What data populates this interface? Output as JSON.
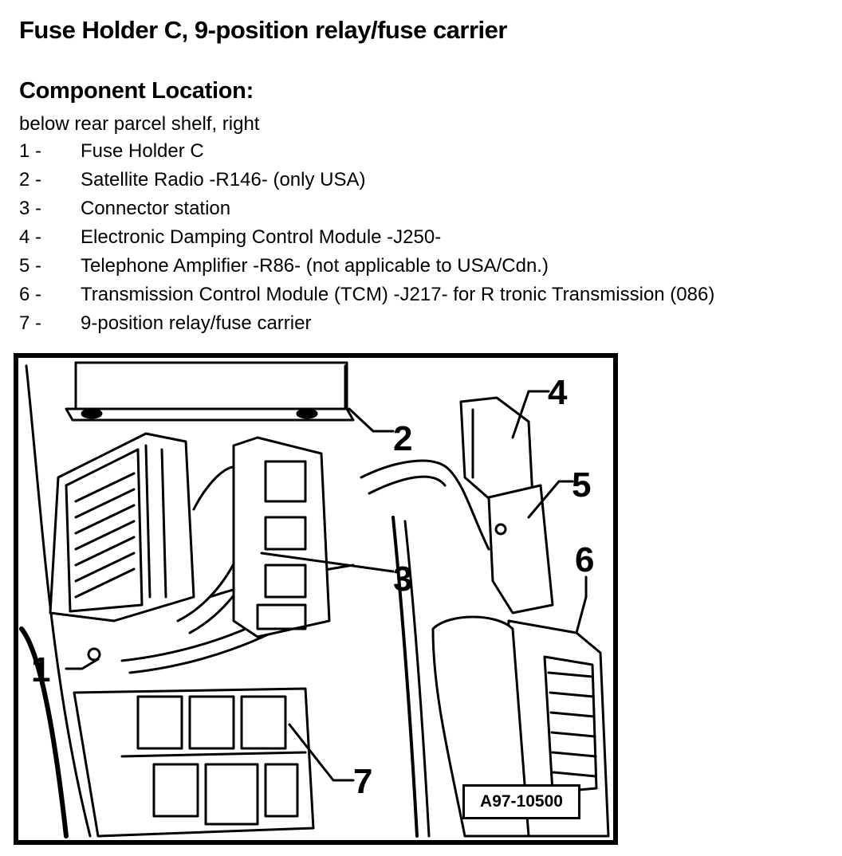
{
  "title": "Fuse Holder C, 9-position relay/fuse carrier",
  "section_heading": "Component Location:",
  "location": "below rear parcel shelf, right",
  "legend": [
    {
      "num": "1 -",
      "label": "Fuse Holder C"
    },
    {
      "num": "2 -",
      "label": "Satellite Radio -R146- (only USA)"
    },
    {
      "num": "3 -",
      "label": "Connector station"
    },
    {
      "num": "4 -",
      "label": "Electronic Damping Control Module -J250-"
    },
    {
      "num": "5 -",
      "label": "Telephone Amplifier -R86- (not applicable to USA/Cdn.)"
    },
    {
      "num": "6 -",
      "label": "Transmission Control Module (TCM) -J217- for R tronic Transmission (086)"
    },
    {
      "num": "7 -",
      "label": "9-position relay/fuse carrier"
    }
  ],
  "figure": {
    "callouts": [
      "1",
      "2",
      "3",
      "4",
      "5",
      "6",
      "7"
    ],
    "reference": "A97-10500"
  }
}
